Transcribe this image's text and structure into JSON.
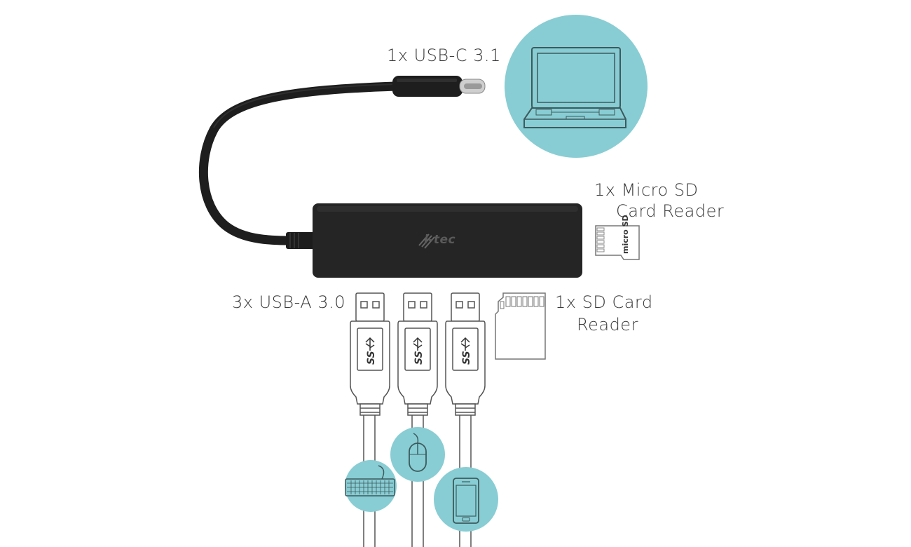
{
  "labels": {
    "usb_c": "1x USB-C 3.1",
    "micro_sd_line1": "1x Micro SD",
    "micro_sd_line2": "Card Reader",
    "usb_a": "3x USB-A 3.0",
    "sd_line1": "1x SD Card",
    "sd_line2": "Reader"
  },
  "brand": "i-tec",
  "micro_sd_logo": "micro SD",
  "usb_logo": "SS",
  "colors": {
    "accent_circle": "#88cdd3",
    "line": "#3c5a5e",
    "hub_body": "#252525",
    "cable": "#1e1e1e",
    "text": "#3a3a3a"
  },
  "icons": [
    "laptop-icon",
    "keyboard-icon",
    "mouse-icon",
    "smartphone-icon",
    "micro-sd-card-icon",
    "sd-card-icon",
    "usb-a-plug-icon"
  ]
}
